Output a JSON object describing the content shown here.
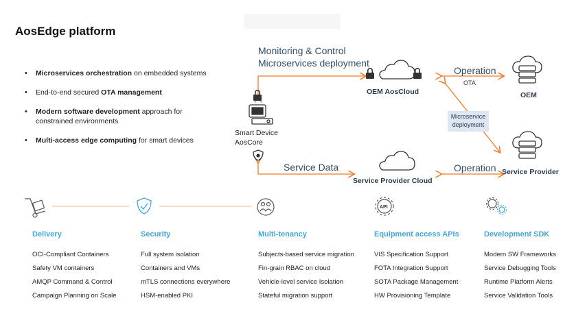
{
  "page": {
    "title": "AosEdge platform"
  },
  "bullets": {
    "b1_bold": "Microservices orchestration",
    "b1_rest": " on embedded systems",
    "b2_pre": "End-to-end secured ",
    "b2_bold": "OTA management",
    "b3_bold": "Modern software development",
    "b3_rest": " approach for constrained environments",
    "b4_bold": "Multi-access edge computing",
    "b4_rest": " for smart devices"
  },
  "diagram": {
    "monitoring_line1": "Monitoring & Control",
    "monitoring_line2": "Microservices deployment",
    "oem_aoscloud": "OEM AosCloud",
    "operation_top": "Operation",
    "ota": "OTA",
    "oem": "OEM",
    "device_line1": "Smart Device",
    "device_line2": "AosCore",
    "microservice_line1": "Microservice",
    "microservice_line2": "deployment",
    "service_data": "Service Data",
    "service_provider_cloud": "Service Provider Cloud",
    "operation_bottom": "Operation",
    "service_provider": "Service Provider"
  },
  "colors": {
    "accent_blue": "#41a7dc",
    "arrow_orange": "#f07a2a",
    "icon_gray": "#333333"
  },
  "features": [
    {
      "icon": "truck-icon",
      "heading": "Delivery",
      "items": [
        "OCI-Compliant Containers",
        "Safety VM containers",
        "AMQP Command & Control",
        "Campaign Planning on Scale"
      ]
    },
    {
      "icon": "shield-check-icon",
      "heading": "Security",
      "items": [
        "Full system isolation",
        "Containers and VMs",
        "mTLS connections everywhere",
        "HSM-enabled PKI"
      ]
    },
    {
      "icon": "users-icon",
      "heading": "Multi-tenancy",
      "items": [
        "Subjects-based service migration",
        "Fin-grain RBAC on cloud",
        "Vehicle-level service Isolation",
        "Stateful migration support"
      ]
    },
    {
      "icon": "api-gear-icon",
      "heading": "Equipment access APIs",
      "items": [
        "VIS Specification Support",
        "FOTA Integration Support",
        "SOTA Package Management",
        "HW Provisioning Template"
      ]
    },
    {
      "icon": "gears-icon",
      "heading": "Development SDK",
      "items": [
        "Modern SW Frameworks",
        "Service Debugging Tools",
        "Runtime Platform Alerts",
        "Service Validation Tools"
      ]
    }
  ]
}
